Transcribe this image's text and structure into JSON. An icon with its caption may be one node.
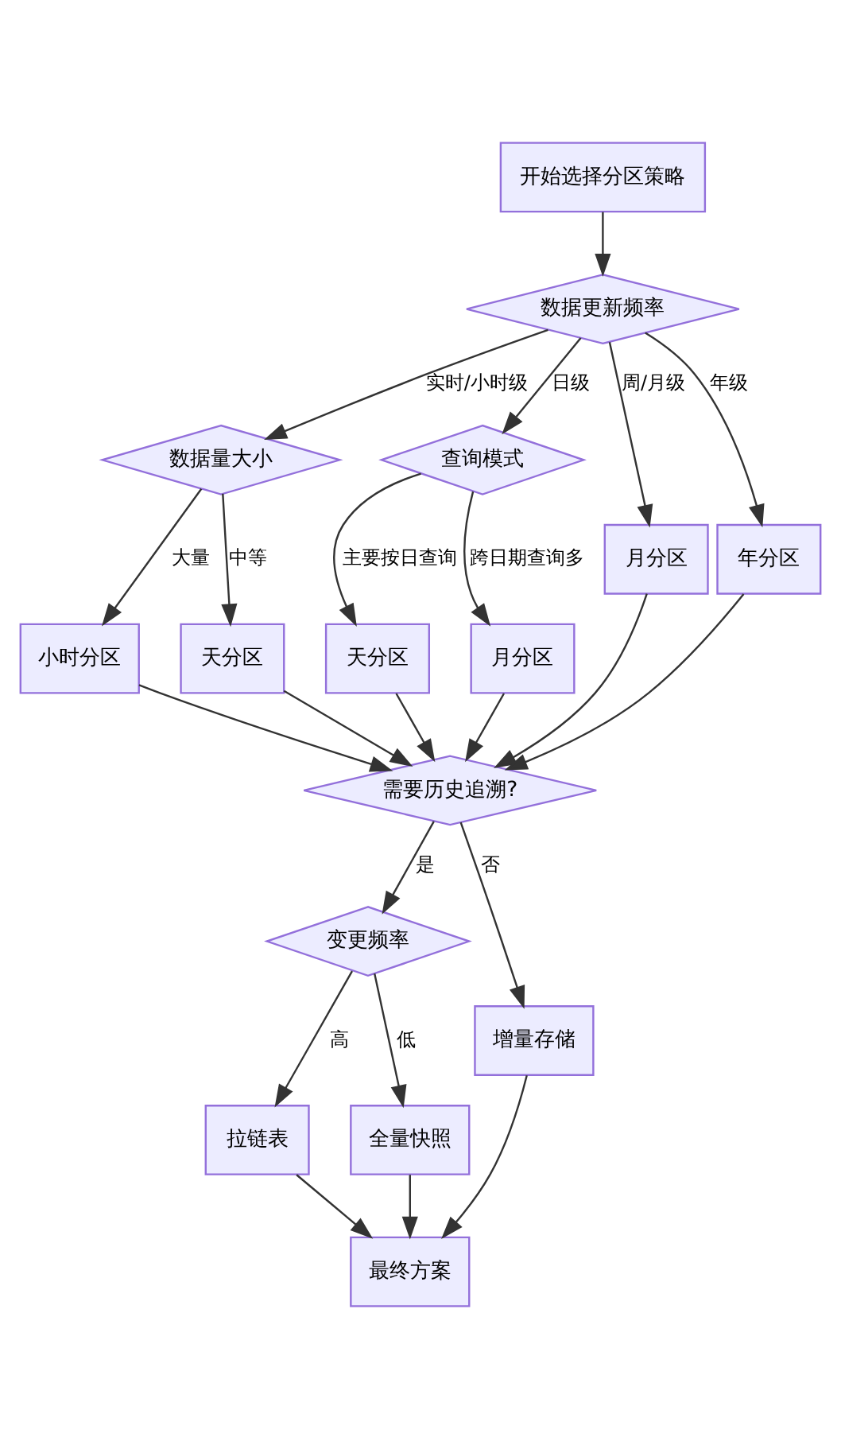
{
  "diagram": {
    "nodes": [
      {
        "text": [
          "开始选择分区策略"
        ]
      },
      {
        "text": [
          "数据更新频率"
        ]
      },
      {
        "text": [
          "数据量大小"
        ]
      },
      {
        "text": [
          "查询模式"
        ]
      },
      {
        "text": [
          "小时分区"
        ]
      },
      {
        "text": [
          "天分区"
        ]
      },
      {
        "text": [
          "天分区"
        ]
      },
      {
        "text": [
          "月分区"
        ]
      },
      {
        "text": [
          "月分区"
        ]
      },
      {
        "text": [
          "年分区"
        ]
      },
      {
        "text": [
          "需要历史追溯?"
        ]
      },
      {
        "text": [
          "变更频率"
        ]
      },
      {
        "text": [
          "拉链表"
        ]
      },
      {
        "text": [
          "全量快照"
        ]
      },
      {
        "text": [
          "增量存储"
        ]
      },
      {
        "text": [
          "最终方案"
        ]
      }
    ],
    "edges": [
      {
        "from": 0,
        "to": 1,
        "arrow": "to"
      },
      {
        "from": 1,
        "to": 2,
        "arrow": "to",
        "label": "实时/小时级"
      },
      {
        "from": 1,
        "to": 3,
        "arrow": "to",
        "label": "日级"
      },
      {
        "from": 1,
        "to": 8,
        "arrow": "to",
        "label": "周/月级"
      },
      {
        "from": 1,
        "to": 9,
        "arrow": "to",
        "label": "年级"
      },
      {
        "from": 2,
        "to": 4,
        "arrow": "to",
        "label": "大量"
      },
      {
        "from": 2,
        "to": 5,
        "arrow": "to",
        "label": "中等"
      },
      {
        "from": 3,
        "to": 6,
        "arrow": "to",
        "label": "主要按日查询"
      },
      {
        "from": 3,
        "to": 7,
        "arrow": "to",
        "label": "跨日期查询多"
      },
      {
        "from": 4,
        "to": 10,
        "arrow": "to"
      },
      {
        "from": 5,
        "to": 10,
        "arrow": "to"
      },
      {
        "from": 6,
        "to": 10,
        "arrow": "to"
      },
      {
        "from": 7,
        "to": 10,
        "arrow": "to"
      },
      {
        "from": 8,
        "to": 10,
        "arrow": "to"
      },
      {
        "from": 9,
        "to": 10,
        "arrow": "to"
      },
      {
        "from": 10,
        "to": 11,
        "arrow": "to",
        "label": "是"
      },
      {
        "from": 10,
        "to": 14,
        "arrow": "to",
        "label": "否"
      },
      {
        "from": 11,
        "to": 12,
        "arrow": "to",
        "label": "高"
      },
      {
        "from": 11,
        "to": 13,
        "arrow": "to",
        "label": "低"
      },
      {
        "from": 12,
        "to": 15,
        "arrow": "to"
      },
      {
        "from": 13,
        "to": 15,
        "arrow": "to"
      },
      {
        "from": 14,
        "to": 15,
        "arrow": "to"
      }
    ]
  }
}
